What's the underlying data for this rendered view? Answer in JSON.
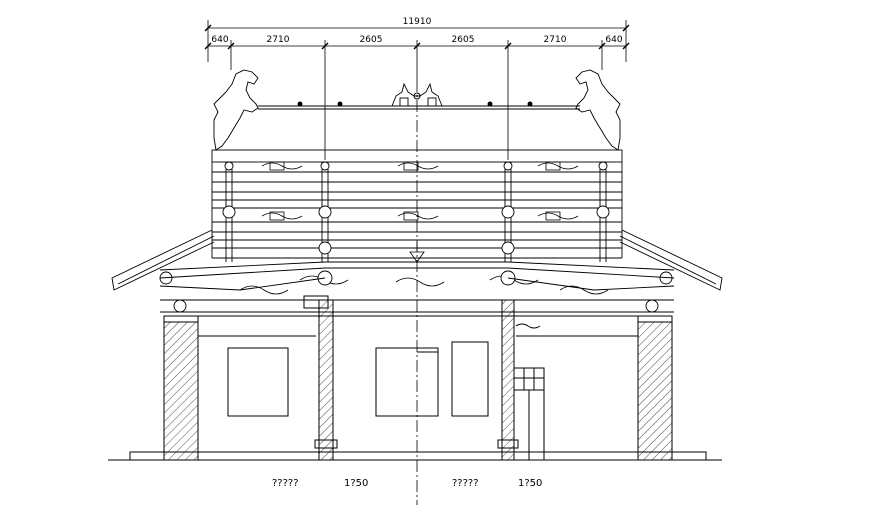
{
  "dimensions": {
    "total": "11910",
    "segments": [
      "640",
      "2710",
      "2605",
      "2605",
      "2710",
      "640"
    ]
  },
  "captions": {
    "left_title": "?????",
    "left_scale": "1?50",
    "right_title": "?????",
    "right_scale": "1?50"
  }
}
